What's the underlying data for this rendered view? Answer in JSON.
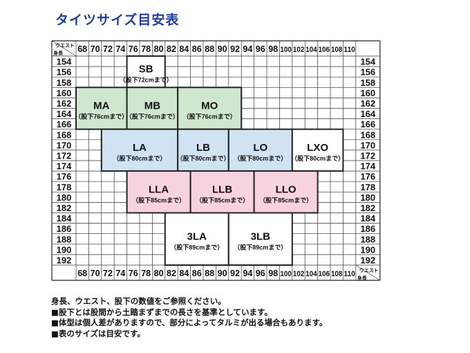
{
  "title": "タイツサイズ目安表",
  "axis": {
    "waist_label": "ウエスト",
    "height_label": "身長"
  },
  "waist_values": [
    "68",
    "70",
    "72",
    "74",
    "76",
    "78",
    "80",
    "82",
    "84",
    "86",
    "88",
    "90",
    "92",
    "94",
    "96",
    "98",
    "100",
    "102",
    "104",
    "106",
    "108",
    "110"
  ],
  "height_values": [
    "154",
    "156",
    "158",
    "160",
    "162",
    "164",
    "166",
    "168",
    "170",
    "172",
    "174",
    "176",
    "178",
    "180",
    "182",
    "184",
    "186",
    "188",
    "190",
    "192"
  ],
  "colors": {
    "SB": "#ffffff",
    "M": "#cfe6cf",
    "L": "#cfe3f3",
    "LXO": "#ffffff",
    "LL": "#f7d3de",
    "3L": "#ffffff",
    "title": "#1e3fa0"
  },
  "size_boxes": [
    {
      "name": "SB",
      "inseam": "（股下72cmまで）",
      "color_key": "SB",
      "waist_from": 76,
      "waist_to": 82,
      "height_from": 154,
      "height_to": 159
    },
    {
      "name": "MA",
      "inseam": "（股下76cmまで）",
      "color_key": "M",
      "waist_from": 68,
      "waist_to": 76,
      "height_from": 160,
      "height_to": 167
    },
    {
      "name": "MB",
      "inseam": "（股下76cmまで）",
      "color_key": "M",
      "waist_from": 76,
      "waist_to": 84,
      "height_from": 160,
      "height_to": 167
    },
    {
      "name": "MO",
      "inseam": "（股下76cmまで）",
      "color_key": "M",
      "waist_from": 84,
      "waist_to": 94,
      "height_from": 160,
      "height_to": 167
    },
    {
      "name": "LA",
      "inseam": "（股下80cmまで）",
      "color_key": "L",
      "waist_from": 72,
      "waist_to": 84,
      "height_from": 168,
      "height_to": 175
    },
    {
      "name": "LB",
      "inseam": "（股下80cmまで）",
      "color_key": "L",
      "waist_from": 84,
      "waist_to": 92,
      "height_from": 168,
      "height_to": 175
    },
    {
      "name": "LO",
      "inseam": "（股下80cmまで）",
      "color_key": "L",
      "waist_from": 92,
      "waist_to": 102,
      "height_from": 168,
      "height_to": 175
    },
    {
      "name": "LXO",
      "inseam": "（股下80cmまで）",
      "color_key": "LXO",
      "waist_from": 102,
      "waist_to": 110,
      "height_from": 168,
      "height_to": 175
    },
    {
      "name": "LLA",
      "inseam": "（股下85cmまで）",
      "color_key": "LL",
      "waist_from": 76,
      "waist_to": 86,
      "height_from": 176,
      "height_to": 183
    },
    {
      "name": "LLB",
      "inseam": "（股下85cmまで）",
      "color_key": "LL",
      "waist_from": 86,
      "waist_to": 96,
      "height_from": 176,
      "height_to": 183
    },
    {
      "name": "LLO",
      "inseam": "（股下85cmまで）",
      "color_key": "LL",
      "waist_from": 96,
      "waist_to": 106,
      "height_from": 176,
      "height_to": 183
    },
    {
      "name": "3LA",
      "inseam": "（股下89cmまで）",
      "color_key": "3L",
      "waist_from": 82,
      "waist_to": 92,
      "height_from": 184,
      "height_to": 193
    },
    {
      "name": "3LB",
      "inseam": "（股下89cmまで）",
      "color_key": "3L",
      "waist_from": 92,
      "waist_to": 102,
      "height_from": 184,
      "height_to": 193
    }
  ],
  "notes": [
    "身長、ウエスト、股下の数値をご参照ください。",
    "■股下とは股間から土踏まずまでの長さを基準としています。",
    "■体型は個人差がありますので、部分によってタルミが出る場合もあります。",
    "■表のサイズは目安です。"
  ]
}
